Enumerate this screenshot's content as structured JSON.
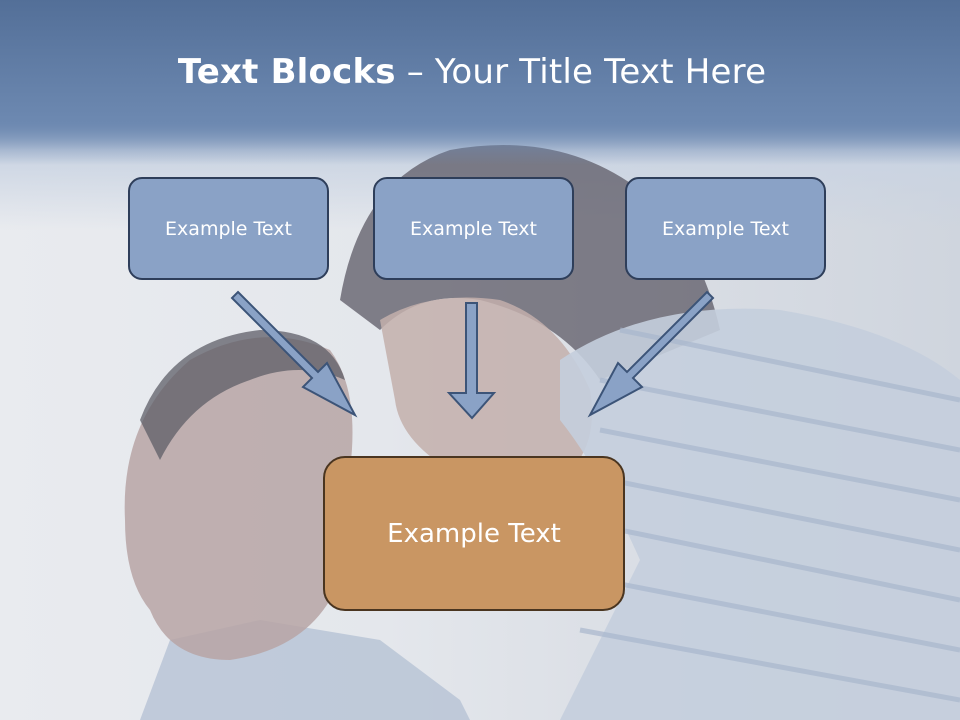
{
  "title": {
    "bold": "Text Blocks",
    "regular": " – Your Title Text Here"
  },
  "boxes": {
    "top_left": "Example Text",
    "top_center": "Example Text",
    "top_right": "Example Text",
    "bottom": "Example Text"
  },
  "colors": {
    "header": "#6580a8",
    "box_fill": "#8aa2c6",
    "box_border": "#2e3e5a",
    "bottom_fill": "#c99663",
    "arrow_fill": "#8aa2c6"
  }
}
